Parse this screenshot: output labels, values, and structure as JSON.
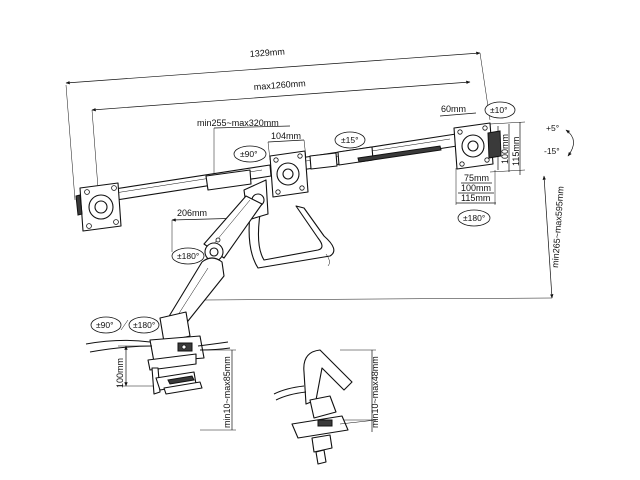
{
  "dimensions": {
    "total_width": "1329mm",
    "max_width": "max1260mm",
    "arm_range": "min255~max320mm",
    "center_width": "104mm",
    "plate_width": "60mm",
    "vesa_small": "75mm",
    "vesa_mid": "100mm",
    "vesa_large": "115mm",
    "vesa_h_small": "75mm",
    "vesa_h_mid": "100mm",
    "vesa_h_large": "115mm",
    "pole_offset": "206mm",
    "height_range": "min265~max595mm",
    "clamp_height": "100mm",
    "clamp_range": "min10~max85mm",
    "grommet_range": "min10~max48mm"
  },
  "angles": {
    "pan_90": "±90°",
    "tilt_15": "±15°",
    "rotate_10": "±10°",
    "tilt_up": "+5°",
    "tilt_down": "-15°",
    "swivel_180_right": "±180°",
    "swivel_180_arm": "±180°",
    "base_90": "±90°",
    "base_180": "±180°"
  }
}
